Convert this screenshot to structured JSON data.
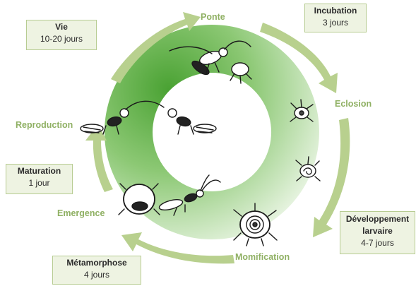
{
  "colors": {
    "arrow": "#b8d08e",
    "ring_dark": "#55a83a",
    "ring_light": "#eaf5e2",
    "label": "#8fb063",
    "box_fill": "#eef3e2",
    "box_border": "#b7cc92"
  },
  "stages": {
    "ponte": "Ponte",
    "eclosion": "Eclosion",
    "momification": "Momification",
    "emergence": "Emergence",
    "reproduction": "Reproduction"
  },
  "durations": {
    "incubation": {
      "title": "Incubation",
      "value": "3 jours"
    },
    "developpement": {
      "title_line1": "Développement",
      "title_line2": "larvaire",
      "value": "4-7 jours"
    },
    "metamorphose": {
      "title": "Métamorphose",
      "value": "4 jours"
    },
    "maturation": {
      "title": "Maturation",
      "value": "1 jour"
    },
    "vie": {
      "title": "Vie",
      "value": "10-20 jours"
    }
  },
  "illustrations": [
    "wasp-ovipositing-on-aphid-icon",
    "aphid-with-larva-icon",
    "larva-inside-aphid-icon",
    "aphid-mummy-icon",
    "emerging-wasp-icon",
    "mating-wasps-icon"
  ]
}
